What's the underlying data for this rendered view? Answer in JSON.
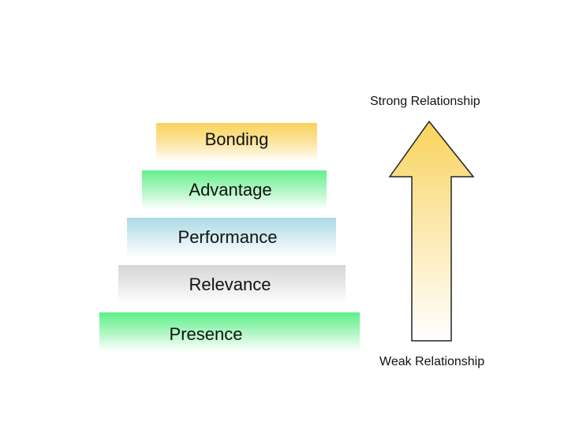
{
  "diagram": {
    "tiers": [
      {
        "label": "Bonding",
        "color": "#f9d35a"
      },
      {
        "label": "Advantage",
        "color": "#64ef8c"
      },
      {
        "label": "Performance",
        "color": "#a9d9e5"
      },
      {
        "label": "Relevance",
        "color": "#d6d6d6"
      },
      {
        "label": "Presence",
        "color": "#5bef86"
      }
    ],
    "strong_label": "Strong Relationship",
    "weak_label": "Weak Relationship",
    "arrow_color": "#f9d35a",
    "arrow_direction": "up"
  }
}
